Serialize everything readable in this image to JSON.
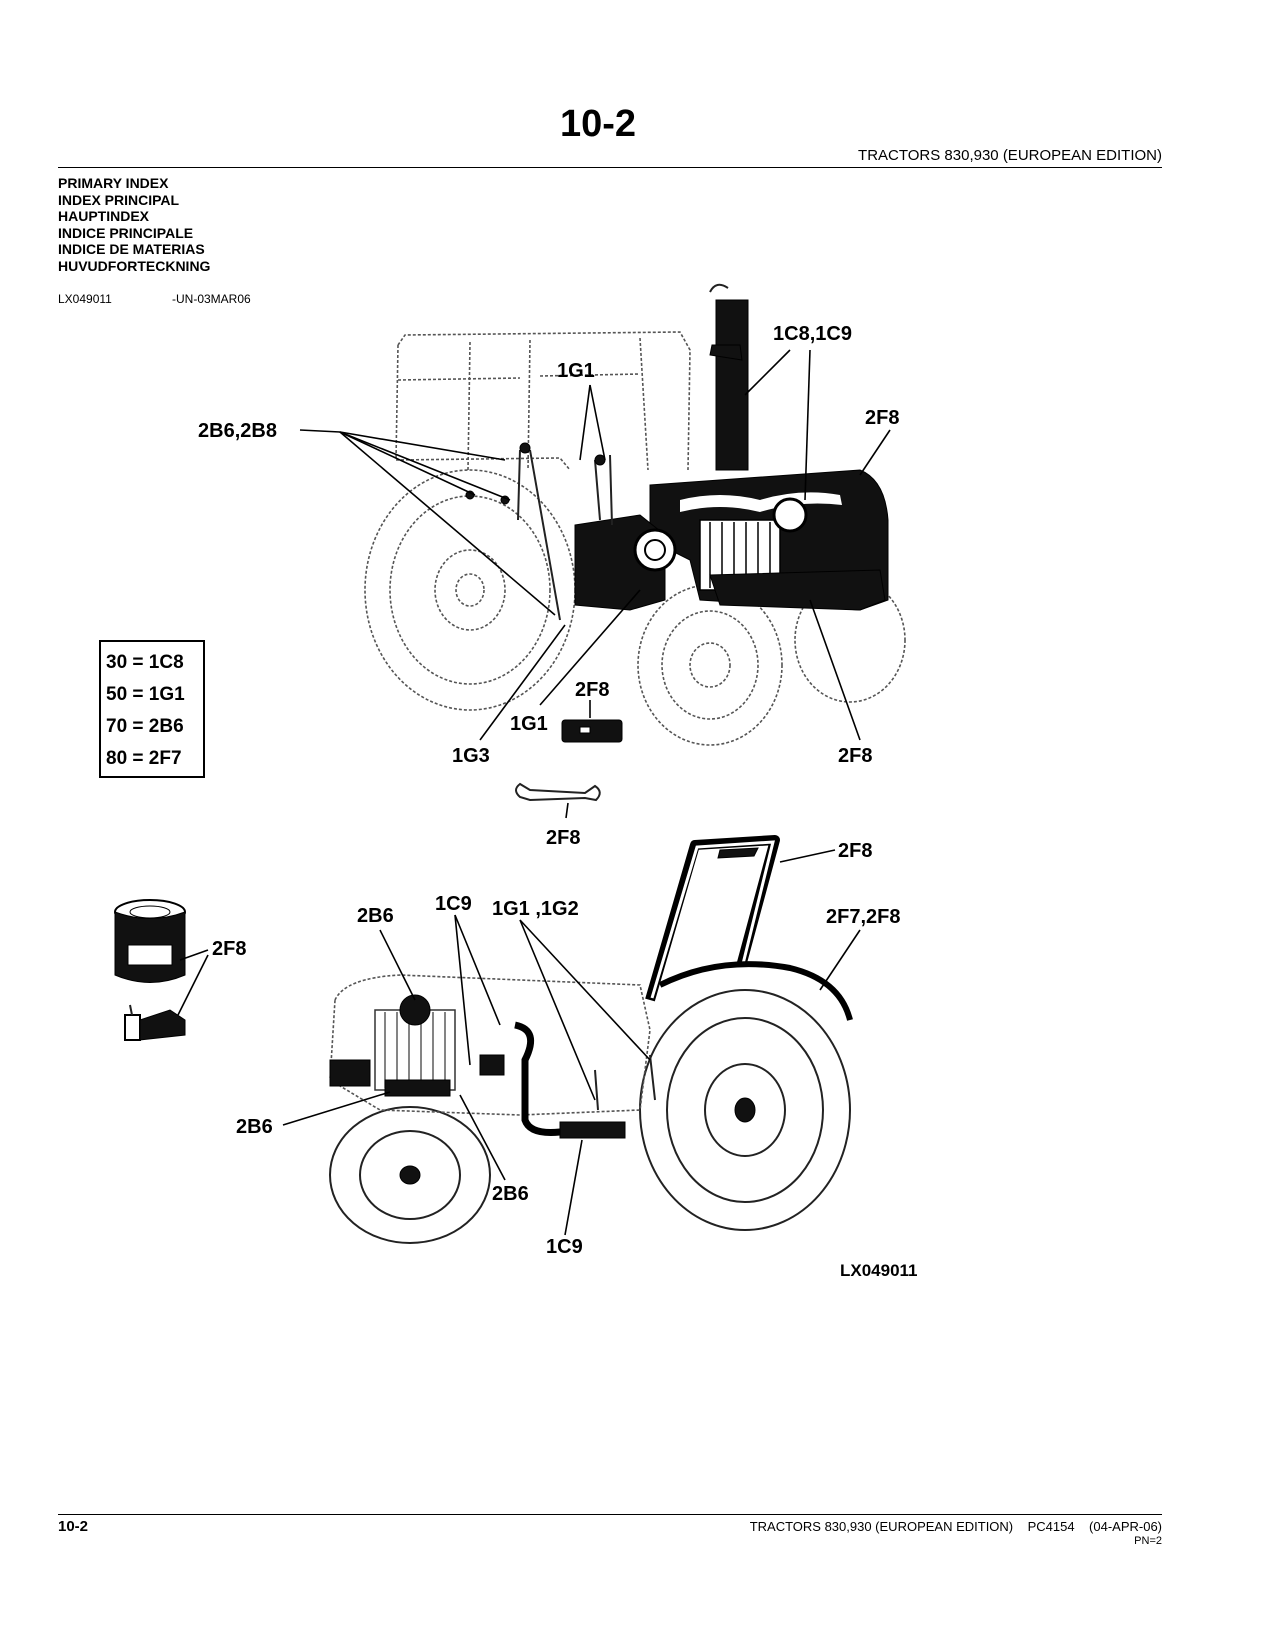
{
  "header": {
    "page_number": "10-2",
    "title": "TRACTORS 830,930 (EUROPEAN EDITION)"
  },
  "index_titles": [
    "PRIMARY INDEX",
    "INDEX PRINCIPAL",
    "HAUPTINDEX",
    "INDICE PRINCIPALE",
    "INDICE DE MATERIAS",
    "HUVUDFORTECKNING"
  ],
  "image_ref": "LX049011",
  "image_date": "-UN-03MAR06",
  "legend": [
    {
      "key": "30",
      "value": "1C8"
    },
    {
      "key": "50",
      "value": "1G1"
    },
    {
      "key": "70",
      "value": "2B6"
    },
    {
      "key": "80",
      "value": "2F7"
    }
  ],
  "callouts_upper": {
    "c1": "1C8,1C9",
    "c2": "1G1",
    "c3": "2F8",
    "c4": "2B6,2B8",
    "c5": "2F8",
    "c6": "1G1",
    "c7": "1G3",
    "c8": "2F8",
    "c9": "2F8"
  },
  "callouts_lower": {
    "c1": "2F8",
    "c2": "2F7,2F8",
    "c3": "2B6",
    "c4": "1C9",
    "c5": "1G1 ,1G2",
    "c6": "2F8",
    "c7": "2B6",
    "c8": "2B6",
    "c9": "1C9"
  },
  "figure_id": "LX049011",
  "footer": {
    "page_number": "10-2",
    "title": "TRACTORS 830,930 (EUROPEAN EDITION)",
    "code": "PC4154",
    "date": "(04-APR-06)",
    "pn": "PN=2"
  }
}
